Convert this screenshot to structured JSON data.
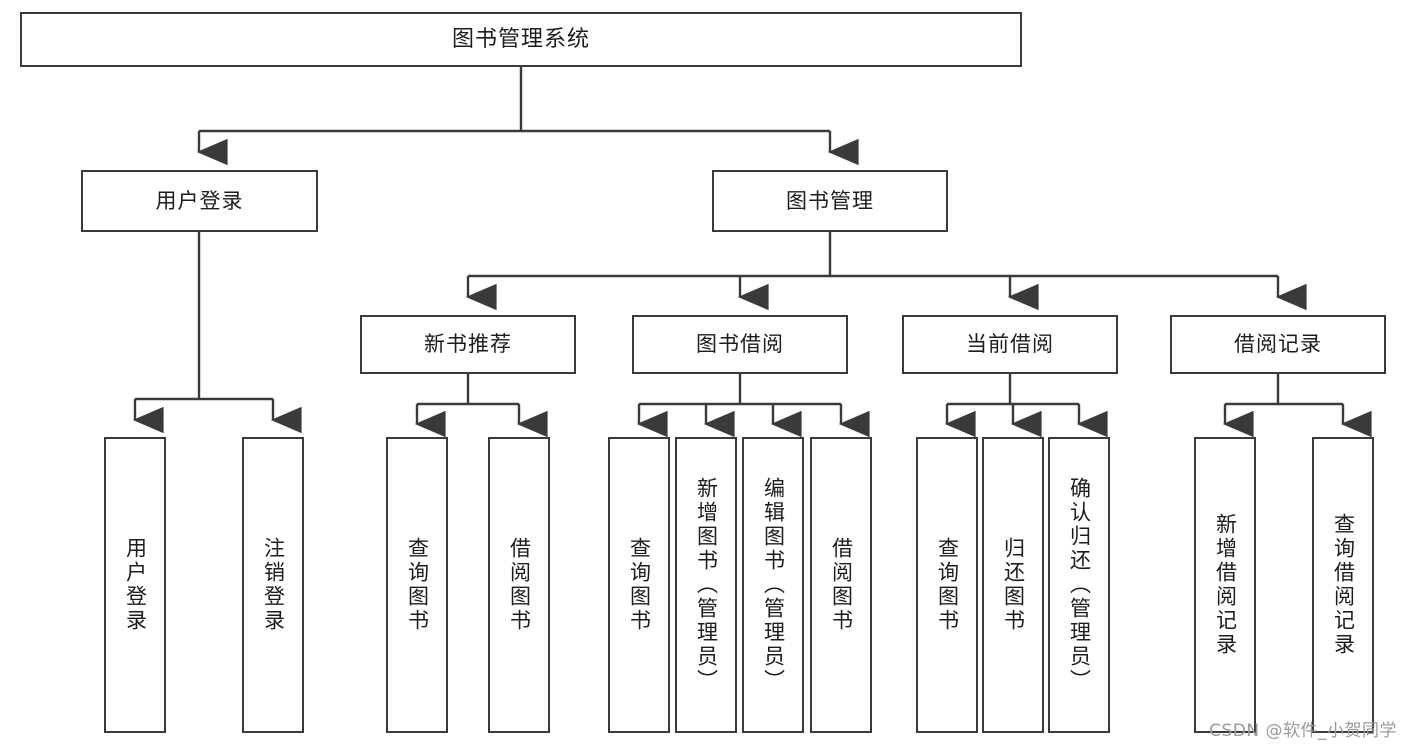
{
  "diagram": {
    "title": "图书管理系统",
    "type": "hierarchy-tree",
    "theme": {
      "background": "#ffffff",
      "box_border": "#3a3a3a",
      "box_fill": "#ffffff",
      "text": "#1d1d1d",
      "connector": "#3a3a3a",
      "watermark": "#9a9a9a"
    },
    "root": {
      "label": "图书管理系统"
    },
    "level2": [
      {
        "label": "用户登录"
      },
      {
        "label": "图书管理"
      }
    ],
    "level3": [
      {
        "label": "新书推荐"
      },
      {
        "label": "图书借阅"
      },
      {
        "label": "当前借阅"
      },
      {
        "label": "借阅记录"
      }
    ],
    "leaves": {
      "user_login": [
        {
          "label": "用户登录"
        },
        {
          "label": "注销登录"
        }
      ],
      "new_book": [
        {
          "label": "查询图书"
        },
        {
          "label": "借阅图书"
        }
      ],
      "book_borrow": [
        {
          "label": "查询图书"
        },
        {
          "label": "新增图书（管理员）"
        },
        {
          "label": "编辑图书（管理员）"
        },
        {
          "label": "借阅图书"
        }
      ],
      "current_borrow": [
        {
          "label": "查询图书"
        },
        {
          "label": "归还图书"
        },
        {
          "label": "确认归还（管理员）"
        }
      ],
      "borrow_record": [
        {
          "label": "新增借阅记录"
        },
        {
          "label": "查询借阅记录"
        }
      ]
    },
    "watermark": "CSDN @软件_小贺同学"
  }
}
